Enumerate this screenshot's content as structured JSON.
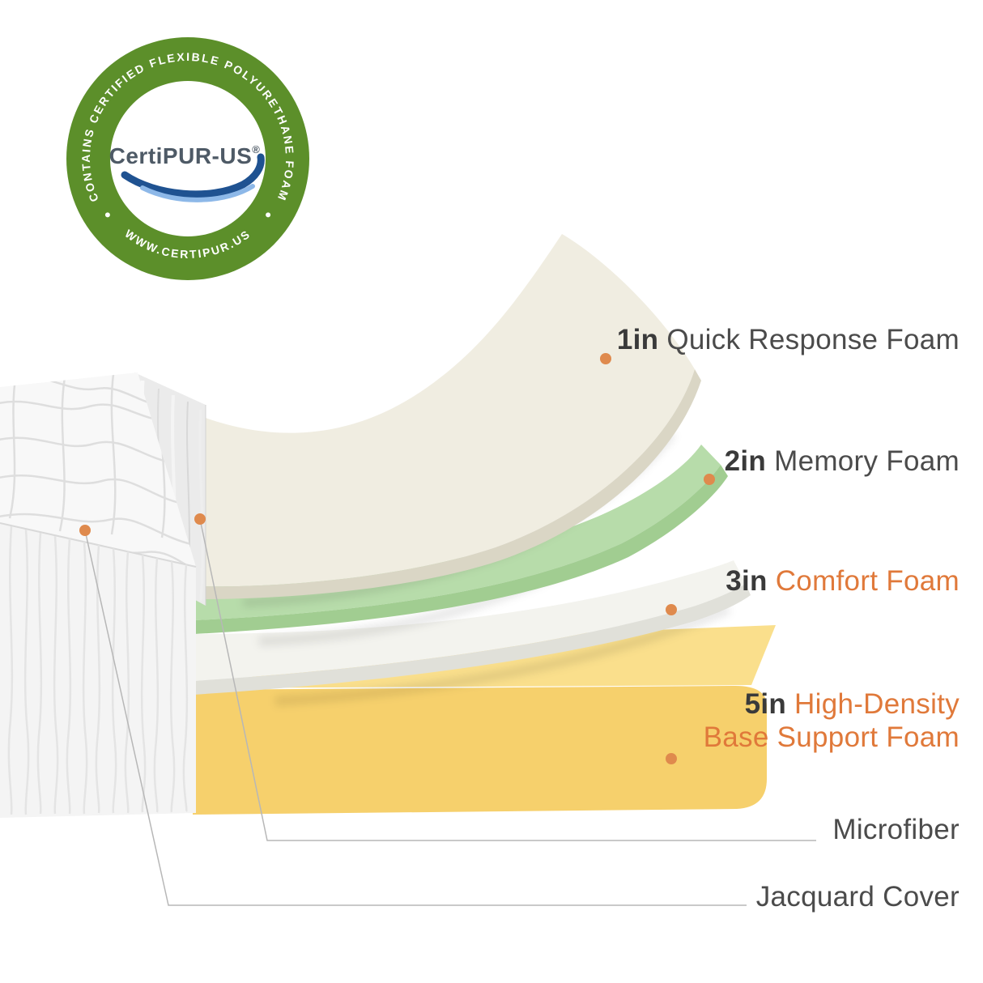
{
  "badge": {
    "arc_top": "CONTAINS CERTIFIED FLEXIBLE POLYURETHANE FOAM",
    "arc_bottom": "WWW.CERTIPUR.US",
    "name": "CertiPUR-US",
    "reg": "®"
  },
  "labels": {
    "quick_response": {
      "num": "1in",
      "text": "Quick Response Foam"
    },
    "memory": {
      "num": "2in",
      "text": "Memory Foam"
    },
    "comfort": {
      "num": "3in",
      "text": "Comfort Foam"
    },
    "base": {
      "num": "5in",
      "text": "High-Density",
      "text2": "Base Support Foam"
    },
    "microfiber": {
      "text": "Microfiber"
    },
    "jacquard": {
      "text": "Jacquard Cover"
    }
  },
  "colors": {
    "badge_green": "#5c8f2a",
    "logo_text": "#4e5a66",
    "swoosh_dark": "#1f5291",
    "swoosh_light": "#8db8e8",
    "label_dark": "#4b4b4b",
    "accent_orange": "#e0793a",
    "foam_cream": "#f0ede1",
    "foam_green": "#b7dcaa",
    "foam_white": "#f3f3ee",
    "foam_yellow": "#f6d06c",
    "marker_dot": "#df8a4d",
    "leader_line": "#b7b7b7"
  }
}
